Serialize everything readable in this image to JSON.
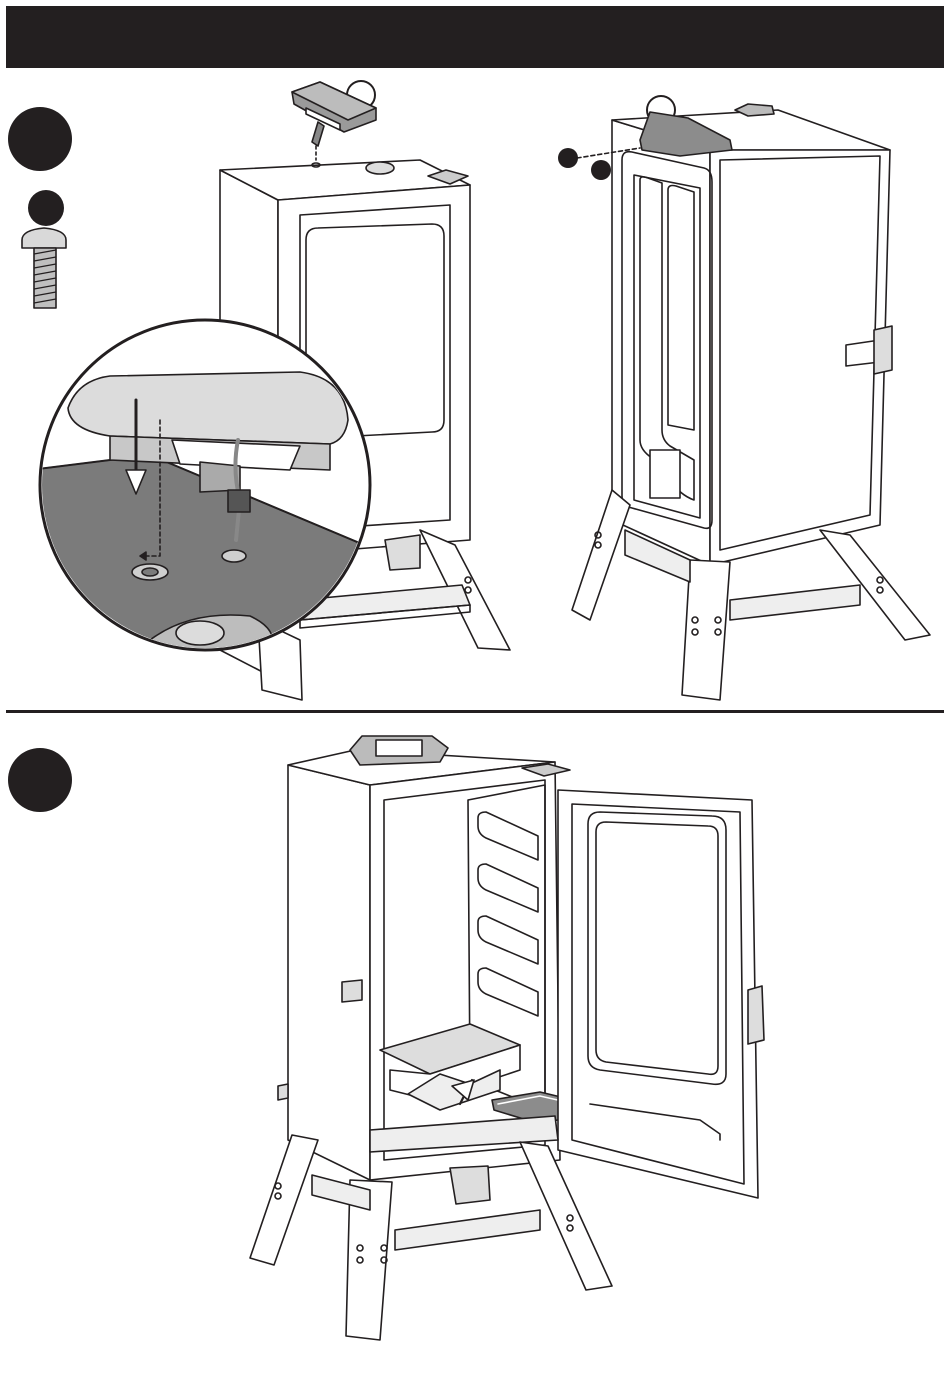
{
  "colors": {
    "ink": "#231f20",
    "panel_fill": "#7b7b7b",
    "shelf_fill": "#8c8c8c",
    "paper": "#ffffff"
  },
  "icons": {
    "step_badge": "filled-black-circle",
    "part_badge": "filled-black-circle",
    "callout": "outlined-white-circle",
    "screw": "screw-icon",
    "install_arrow": "arrow-down-icon"
  }
}
